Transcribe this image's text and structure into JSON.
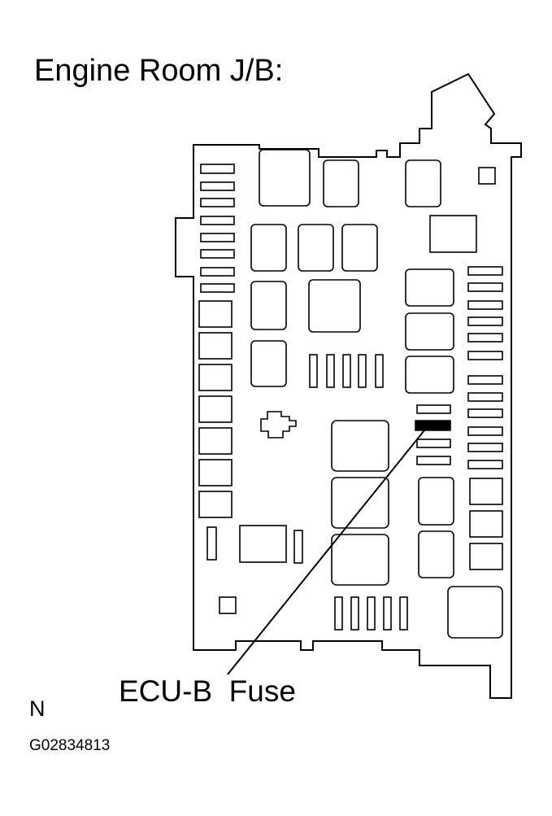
{
  "title": "Engine Room J/B:",
  "callout": {
    "label": "ECU-B  Fuse"
  },
  "orientation_mark": "N",
  "figure_code": "G02834813",
  "colors": {
    "line": "#000000",
    "background": "#ffffff",
    "highlighted_fuse": "#000000"
  }
}
